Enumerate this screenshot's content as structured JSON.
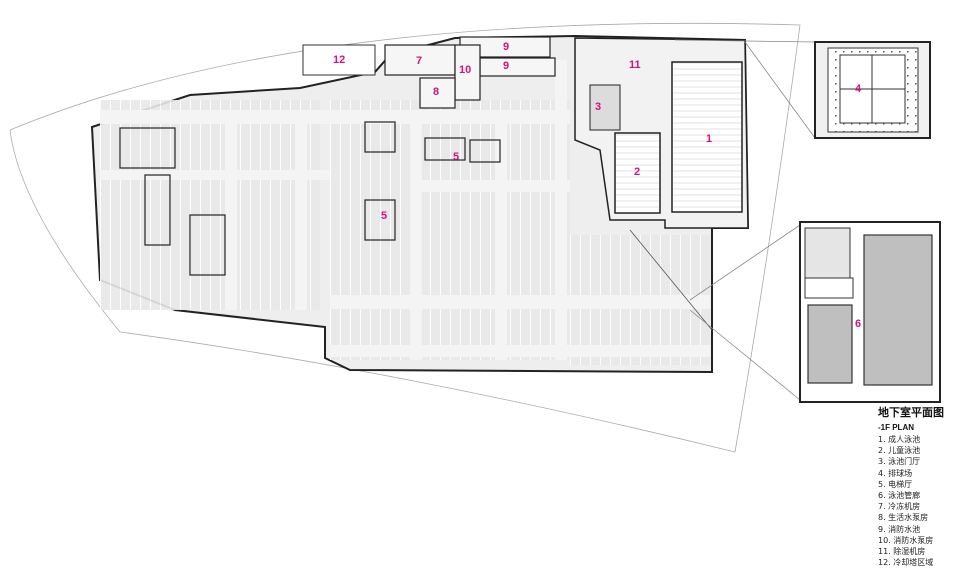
{
  "legend": {
    "title": "地下室平面图",
    "subtitle": "-1F PLAN",
    "items": [
      "1. 成人泳池",
      "2. 儿童泳池",
      "3. 泳池门厅",
      "4. 排球场",
      "5. 电梯厅",
      "6. 泳池管廊",
      "7. 冷冻机房",
      "8. 生活水泵房",
      "9. 消防水池",
      "10. 消防水泵房",
      "11. 除湿机房",
      "12. 冷却塔区域"
    ]
  },
  "room_numbers": [
    "1",
    "2",
    "3",
    "4",
    "5",
    "5",
    "6",
    "7",
    "8",
    "9",
    "9",
    "10",
    "11",
    "12"
  ],
  "colors": {
    "label": "#d4147a",
    "wall": "#222222",
    "floor": "#e6e6e6",
    "pool": "#bdbdbd",
    "outline": "#888888"
  }
}
